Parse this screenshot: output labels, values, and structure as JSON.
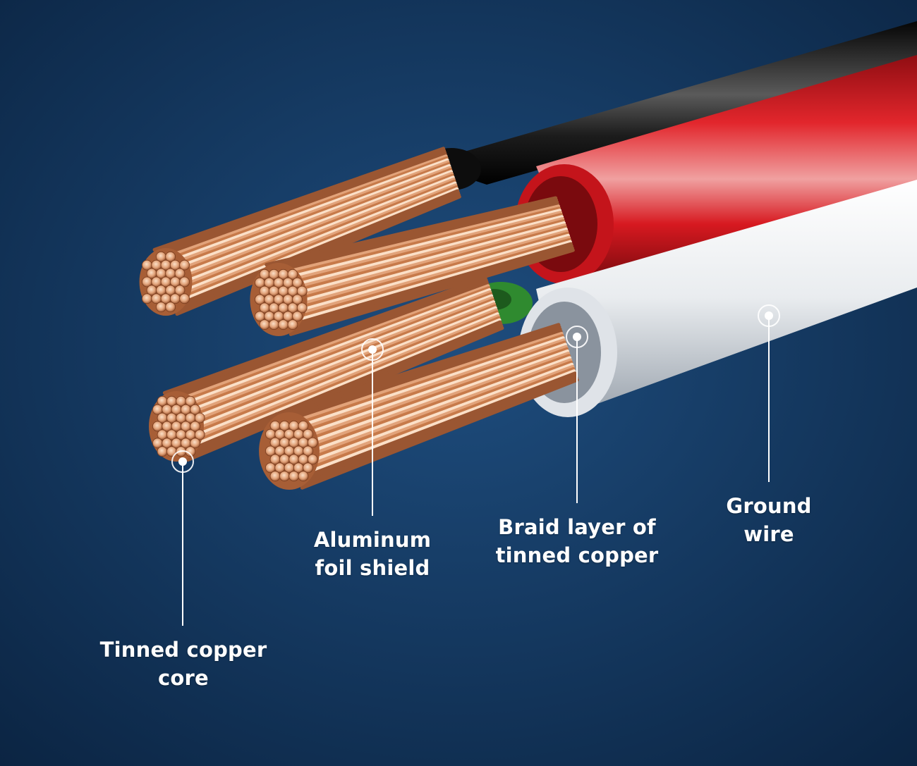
{
  "colors": {
    "background_center": "#1e4d7e",
    "background_edge": "#0b2442",
    "copper_light": "#f7c9a8",
    "copper_mid": "#d98a5a",
    "copper_dark": "#8a4a2a",
    "red_jacket": "#d71920",
    "black_jacket": "#1c1c1c",
    "white_jacket": "#e9ecef",
    "green_foil": "#2f8a2f",
    "callout_line": "#ffffff"
  },
  "callouts": [
    {
      "id": "tinned-copper-core",
      "lines": [
        "Tinned copper",
        "core"
      ]
    },
    {
      "id": "aluminum-foil-shield",
      "lines": [
        "Aluminum",
        "foil shield"
      ]
    },
    {
      "id": "braid-layer",
      "lines": [
        "Braid layer of",
        "tinned copper"
      ]
    },
    {
      "id": "ground-wire",
      "lines": [
        "Ground",
        "wire"
      ]
    }
  ]
}
